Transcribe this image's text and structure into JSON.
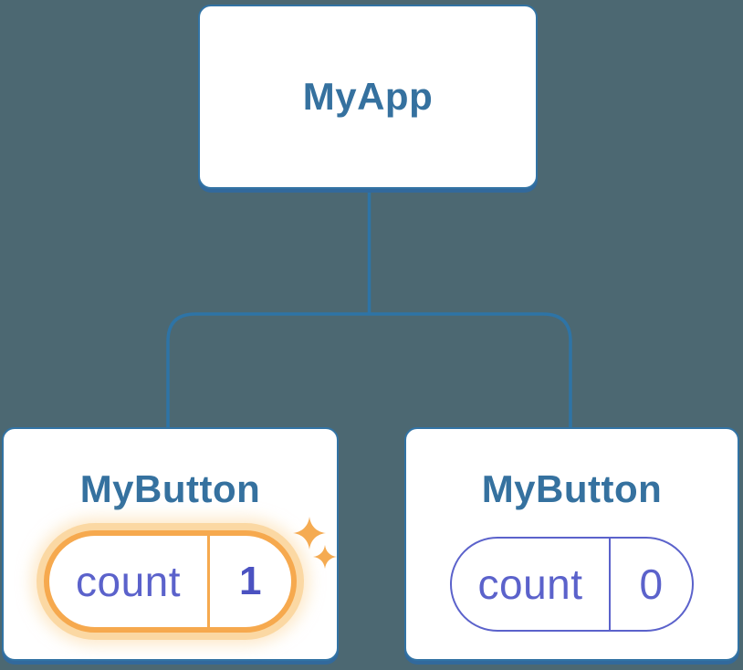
{
  "tree": {
    "root": {
      "label": "MyApp"
    },
    "children": [
      {
        "label": "MyButton",
        "state": {
          "key": "count",
          "value": "1"
        },
        "highlighted": true
      },
      {
        "label": "MyButton",
        "state": {
          "key": "count",
          "value": "0"
        },
        "highlighted": false
      }
    ]
  },
  "icons": {
    "sparkle_large": "sparkle-icon",
    "sparkle_small": "sparkle-icon"
  },
  "colors": {
    "background": "#4c6872",
    "card_background": "#ffffff",
    "card_border_blue": "#3273a4",
    "connector_blue": "#2e74a6",
    "title_blue": "#35719f",
    "state_indigo": "#5b62cb",
    "state_value_bold_indigo": "#4b52c1",
    "highlight_orange": "#f6a94e",
    "highlight_glow": "#fbd8a3",
    "sparkle_orange": "#f5ab52"
  }
}
